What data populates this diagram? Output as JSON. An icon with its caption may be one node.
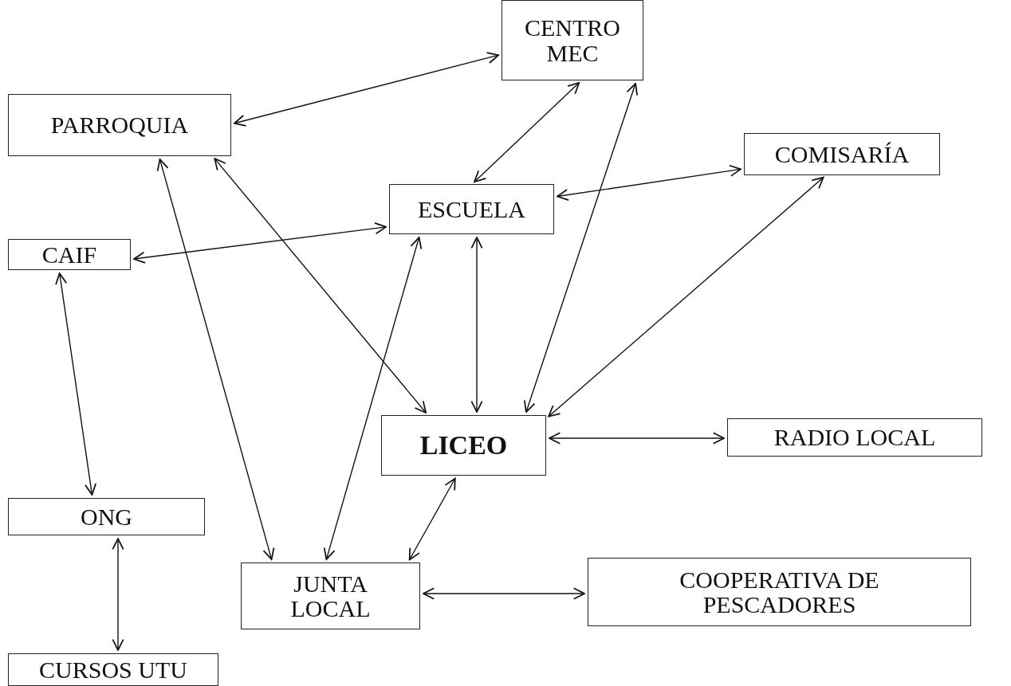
{
  "diagram": {
    "nodes": [
      {
        "text": [
          "CENTRO MEC"
        ]
      },
      {
        "text": [
          "PARROQUIA"
        ]
      },
      {
        "text": [
          "COMISARÍA"
        ]
      },
      {
        "text": [
          "ESCUELA"
        ]
      },
      {
        "text": [
          "CAIF"
        ]
      },
      {
        "text": [
          "LICEO"
        ]
      },
      {
        "text": [
          "RADIO LOCAL"
        ]
      },
      {
        "text": [
          "ONG"
        ]
      },
      {
        "text": [
          "JUNTA LOCAL"
        ]
      },
      {
        "text": [
          "COOPERATIVA DE PESCADORES"
        ]
      },
      {
        "text": [
          "CURSOS UTU"
        ]
      }
    ],
    "edges": [
      {
        "from": 1,
        "to": 0,
        "arrow": "both"
      },
      {
        "from": 3,
        "to": 0,
        "arrow": "both"
      },
      {
        "from": 5,
        "to": 0,
        "arrow": "both"
      },
      {
        "from": 3,
        "to": 2,
        "arrow": "both"
      },
      {
        "from": 5,
        "to": 2,
        "arrow": "both"
      },
      {
        "from": 4,
        "to": 3,
        "arrow": "both"
      },
      {
        "from": 3,
        "to": 5,
        "arrow": "both"
      },
      {
        "from": 1,
        "to": 5,
        "arrow": "both"
      },
      {
        "from": 1,
        "to": 8,
        "arrow": "both"
      },
      {
        "from": 8,
        "to": 3,
        "arrow": "both"
      },
      {
        "from": 5,
        "to": 8,
        "arrow": "both"
      },
      {
        "from": 5,
        "to": 6,
        "arrow": "both"
      },
      {
        "from": 4,
        "to": 7,
        "arrow": "both"
      },
      {
        "from": 8,
        "to": 9,
        "arrow": "both"
      },
      {
        "from": 7,
        "to": 10,
        "arrow": "both"
      }
    ]
  }
}
